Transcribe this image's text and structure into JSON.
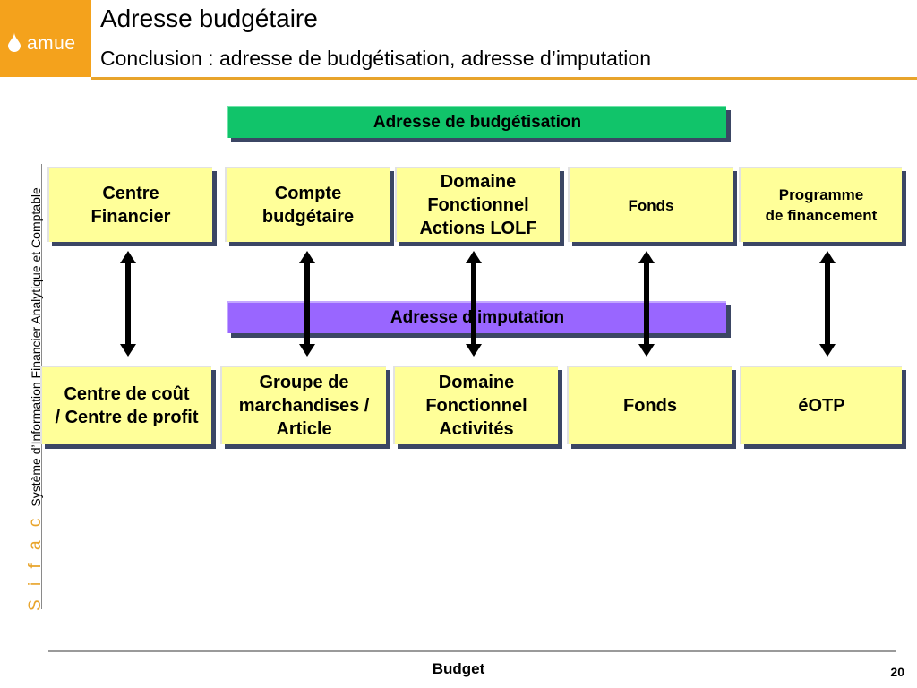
{
  "header": {
    "logo_text": "amue",
    "title": "Adresse budgétaire",
    "subtitle": "Conclusion : adresse de budgétisation, adresse d’imputation"
  },
  "sidebar": {
    "brand": "S i f a c",
    "description": "Système d’Information Financier Analytique et Comptable"
  },
  "banners": {
    "budgetisation": "Adresse de budgétisation",
    "imputation": "Adresse d’imputation"
  },
  "top_boxes": [
    {
      "line1": "Centre",
      "line2": "Financier",
      "line3": ""
    },
    {
      "line1": "Compte",
      "line2": "budgétaire",
      "line3": ""
    },
    {
      "line1": "Domaine",
      "line2": "Fonctionnel",
      "line3": "Actions LOLF"
    },
    {
      "line1": "Fonds",
      "line2": "",
      "line3": ""
    },
    {
      "line1": "Programme",
      "line2": "de financement",
      "line3": ""
    }
  ],
  "bottom_boxes": [
    {
      "line1": "Centre de coût",
      "line2": "/ Centre de profit",
      "line3": ""
    },
    {
      "line1": "Groupe de",
      "line2": "marchandises /",
      "line3": "Article"
    },
    {
      "line1": "Domaine",
      "line2": "Fonctionnel",
      "line3": "Activités"
    },
    {
      "line1": "Fonds",
      "line2": "",
      "line3": ""
    },
    {
      "line1": "éOTP",
      "line2": "",
      "line3": ""
    }
  ],
  "footer": {
    "label": "Budget",
    "page": "20"
  },
  "colors": {
    "logo_orange": "#f4a21c",
    "banner_green": "#11c46a",
    "banner_purple": "#9966ff",
    "box_fill": "#ffff99",
    "shadow": "#3b4664",
    "arrow": "#000000"
  }
}
